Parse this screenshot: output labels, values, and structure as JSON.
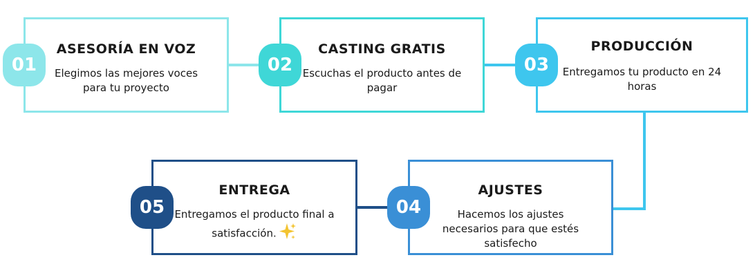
{
  "colors": {
    "step1": "#8de6ea",
    "step2": "#3fd7d7",
    "step3": "#3ec6ee",
    "step4": "#3a8fd6",
    "step5": "#1f4f88",
    "sparkle": "#f3c431"
  },
  "steps": [
    {
      "number": "01",
      "title": "ASESORÍA EN VOZ",
      "description": "Elegimos las mejores voces para tu proyecto"
    },
    {
      "number": "02",
      "title": "CASTING GRATIS",
      "description": "Escuchas el producto antes de pagar"
    },
    {
      "number": "03",
      "title": "PRODUCCIÓN",
      "description": "Entregamos tu producto en 24 horas"
    },
    {
      "number": "04",
      "title": "AJUSTES",
      "description": "Hacemos los ajustes necesarios para que estés satisfecho"
    },
    {
      "number": "05",
      "title": "ENTREGA",
      "description": "Entregamos el producto final a satisfacción.",
      "icon": "sparkles-icon"
    }
  ]
}
